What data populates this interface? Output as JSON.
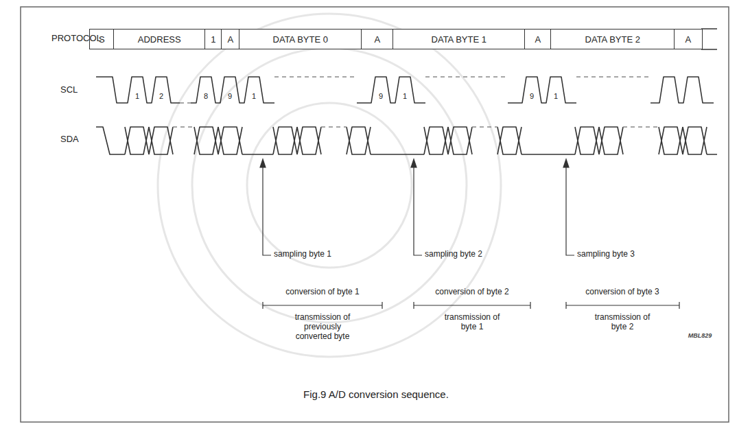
{
  "diagram": {
    "caption": "Fig.9 A/D conversion sequence.",
    "nodes": [
      {
        "text": [
          "S"
        ]
      },
      {
        "text": [
          "ADDRESS"
        ]
      },
      {
        "text": [
          "1"
        ]
      },
      {
        "text": [
          "A"
        ]
      },
      {
        "text": [
          "DATA BYTE 0"
        ]
      },
      {
        "text": [
          "A"
        ]
      },
      {
        "text": [
          "DATA BYTE 1"
        ]
      },
      {
        "text": [
          "A"
        ]
      },
      {
        "text": [
          "DATA BYTE 2"
        ]
      },
      {
        "text": [
          "A"
        ]
      }
    ],
    "labels": [
      "PROTOCOL",
      "SCL",
      "SDA",
      "1",
      "2",
      "8",
      "9",
      "1",
      "9",
      "1",
      "9",
      "1",
      "sampling byte 1",
      "sampling byte 2",
      "sampling byte 3",
      "conversion of byte 1",
      "transmission of previously converted byte",
      "conversion of byte 2",
      "transmission of byte 1",
      "conversion of byte 3",
      "transmission of byte 2",
      "MBL829"
    ]
  }
}
